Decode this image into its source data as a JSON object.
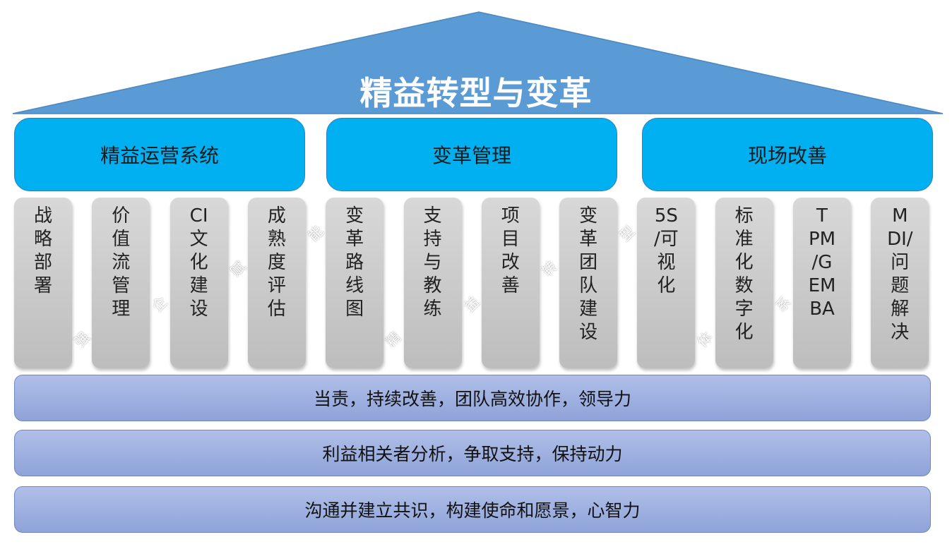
{
  "title": "精益转型与变革",
  "headers": [
    "精益运营系统",
    "变革管理",
    "现场改善"
  ],
  "pillars": [
    {
      "lines": [
        "战",
        "略",
        "部",
        "署"
      ]
    },
    {
      "lines": [
        "价",
        "值",
        "流",
        "管",
        "理"
      ]
    },
    {
      "lines": [
        "CI",
        "文",
        "化",
        "建",
        "设"
      ]
    },
    {
      "lines": [
        "成",
        "熟",
        "度",
        "评",
        "估"
      ]
    },
    {
      "lines": [
        "变",
        "革",
        "路",
        "线",
        "图"
      ]
    },
    {
      "lines": [
        "支",
        "持",
        "与",
        "教",
        "练"
      ]
    },
    {
      "lines": [
        "项",
        "目",
        "改",
        "善"
      ]
    },
    {
      "lines": [
        "变",
        "革",
        "团",
        "队",
        "建",
        "设"
      ]
    },
    {
      "lines": [
        "5S",
        "/可",
        "视",
        "化"
      ]
    },
    {
      "lines": [
        "标",
        "准",
        "化",
        "数",
        "字",
        "化"
      ]
    },
    {
      "lines": [
        "T",
        "PM",
        "/G",
        "EM",
        "BA"
      ]
    },
    {
      "lines": [
        "M",
        "DI/",
        "问",
        "题",
        "解",
        "决"
      ]
    }
  ],
  "foundations": [
    "当责，持续改善，团队高效协作，领导力",
    "利益相关者分析，争取支持，保持动力",
    "沟通并建立共识，构建使命和愿景，心智力"
  ],
  "watermark": "强企赋能精益转型体系",
  "colors": {
    "roof": "#5b9bd5",
    "header": "#00b0f0",
    "pillar": "#c8c8c8",
    "foundation": "#9fb0df"
  }
}
